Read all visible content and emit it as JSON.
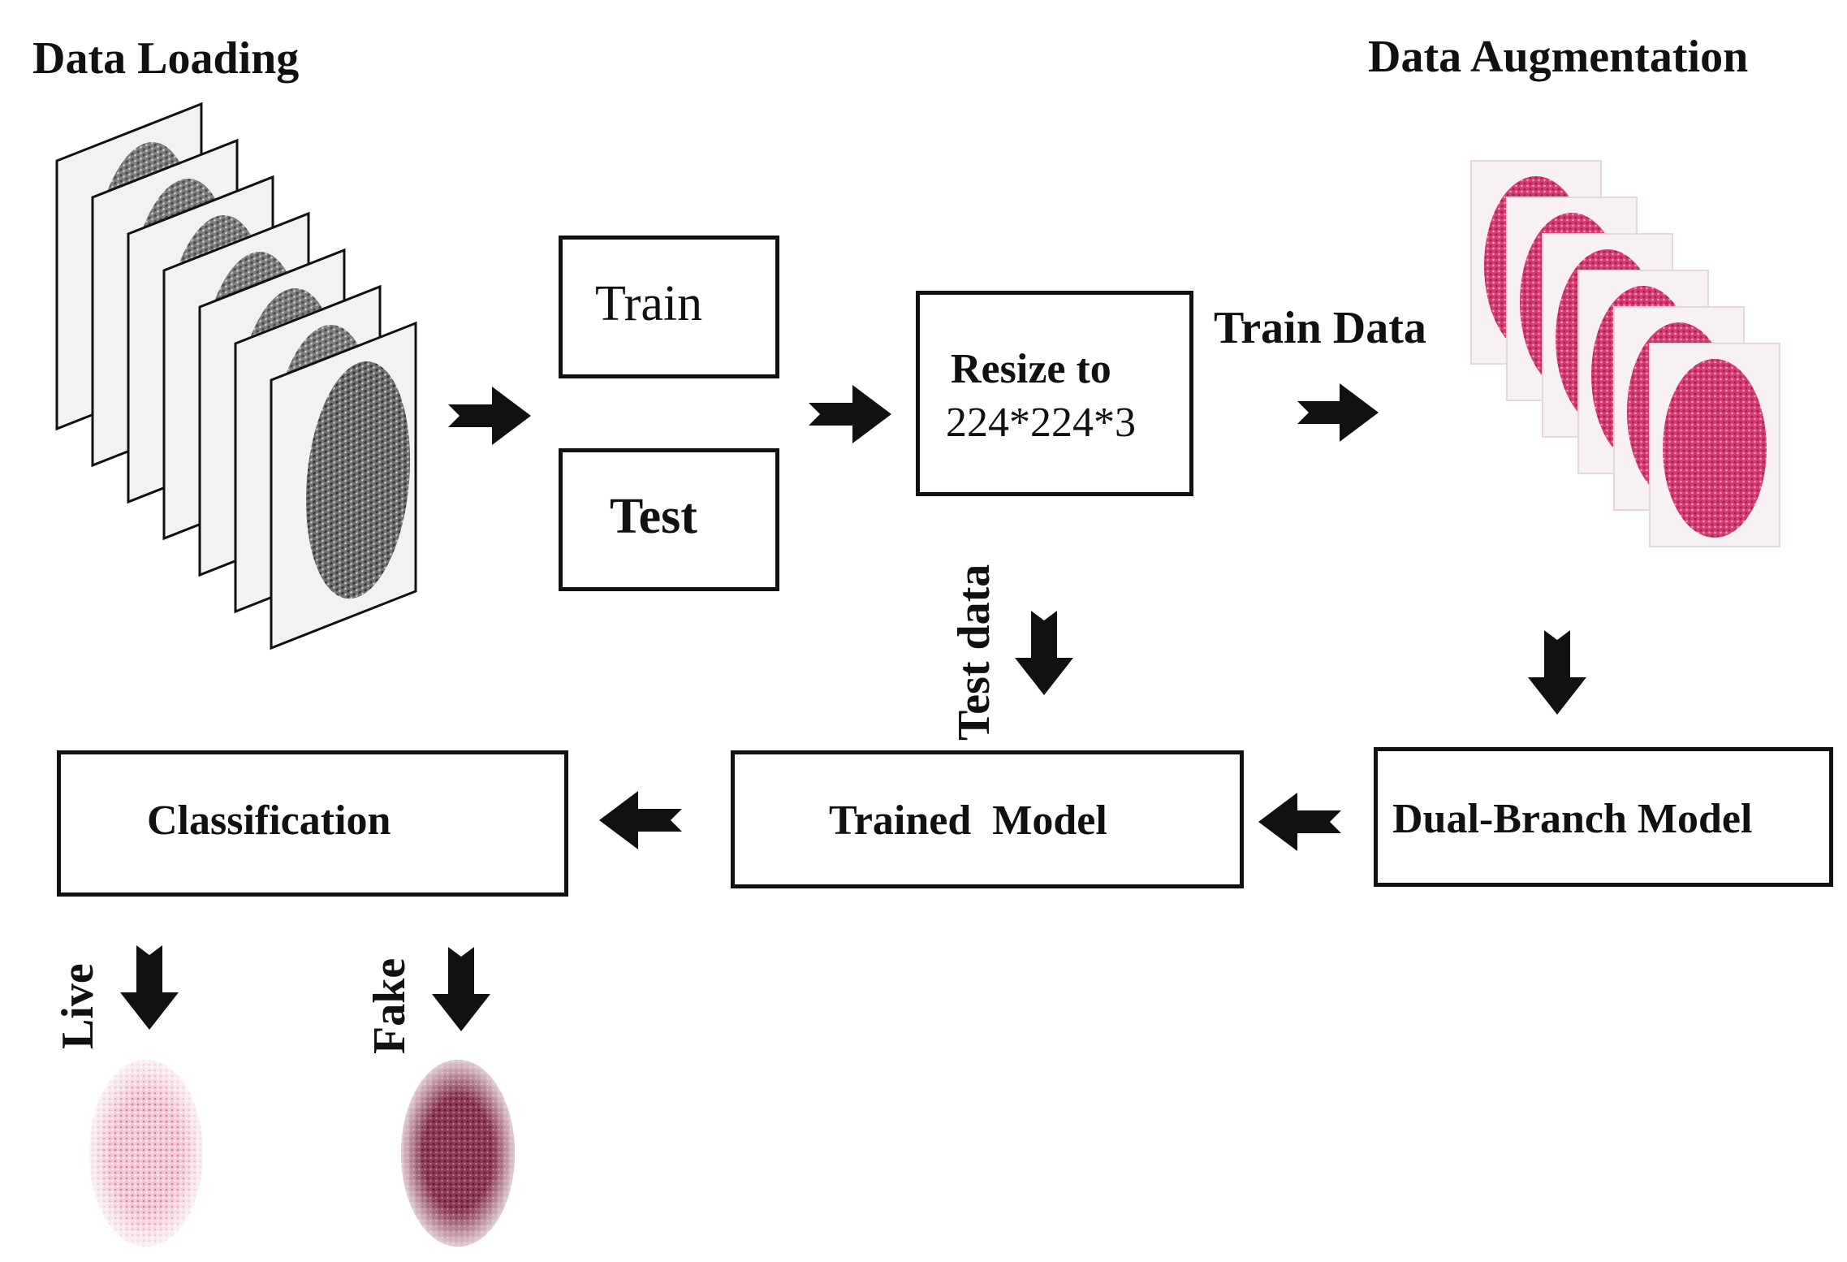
{
  "titles": {
    "data_loading": "Data Loading",
    "data_augmentation": "Data Augmentation"
  },
  "boxes": {
    "train": "Train",
    "test": "Test",
    "resize_line1": "Resize to",
    "resize_line2": "224*224*3",
    "classification": "Classification",
    "trained_model": "Trained  Model",
    "dual_branch": "Dual-Branch Model"
  },
  "edge_labels": {
    "train_data": "Train Data",
    "test_data": "Test data"
  },
  "outputs": {
    "live": "Live",
    "fake": "Fake"
  },
  "icons": {
    "grayscale_stack": "fingerprint-stack-grayscale-icon",
    "augmented_stack": "fingerprint-stack-pink-icon",
    "live_print": "fingerprint-live-icon",
    "fake_print": "fingerprint-fake-icon",
    "arrow": "arrow-icon"
  },
  "colors": {
    "ink": "#111111",
    "augmented_pink": "#d63d75",
    "live_pink": "#e9a7bb",
    "fake_maroon": "#8e3a55",
    "gray_print": "#4a4a4a"
  }
}
